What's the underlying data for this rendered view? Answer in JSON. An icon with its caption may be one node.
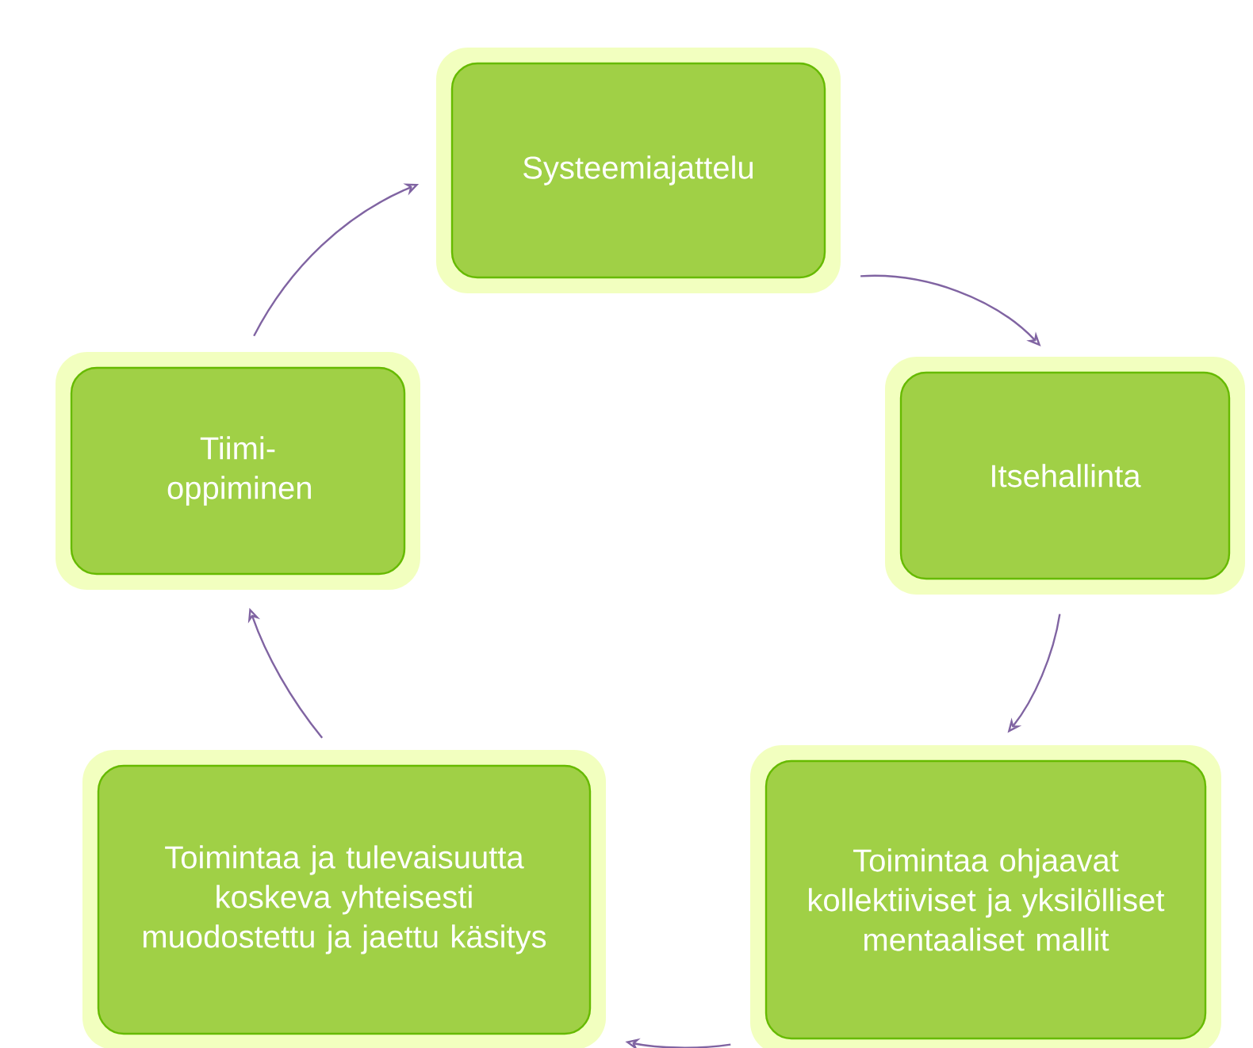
{
  "diagram": {
    "nodes": [
      {
        "text": [
          "Systeemiajattelu"
        ]
      },
      {
        "text": [
          "Itsehallinta"
        ]
      },
      {
        "text": [
          "Toimintaa ohjaavat kollektiiviset ja yksilölliset mentaaliset mallit"
        ]
      },
      {
        "text": [
          "Toimintaa ja tulevaisuutta koskeva yhteisesti muodostettu ja jaettu käsitys"
        ]
      },
      {
        "text": [
          "Tiimi- oppiminen"
        ]
      }
    ],
    "edges": [
      {
        "from": 0,
        "to": 1,
        "arrow": "to"
      },
      {
        "from": 1,
        "to": 2,
        "arrow": "to"
      },
      {
        "from": 2,
        "to": 3,
        "arrow": "to"
      },
      {
        "from": 3,
        "to": 4,
        "arrow": "to"
      },
      {
        "from": 4,
        "to": 0,
        "arrow": "to"
      }
    ]
  }
}
